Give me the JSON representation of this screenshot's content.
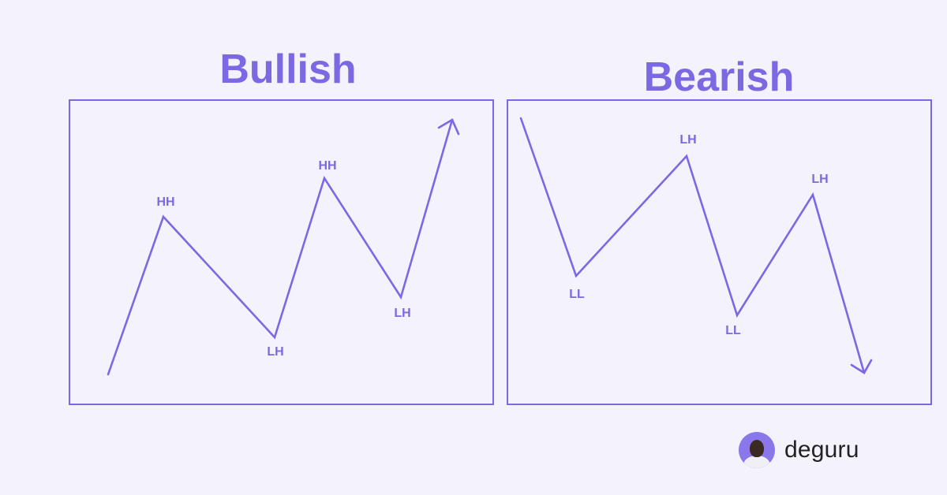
{
  "titles": {
    "bullish": "Bullish",
    "bearish": "Bearish"
  },
  "bullish": {
    "labels": [
      "HH",
      "LH",
      "HH",
      "LH"
    ]
  },
  "bearish": {
    "labels": [
      "LL",
      "LH",
      "LL",
      "LH"
    ]
  },
  "brand": {
    "name": "deguru",
    "icon": "person-avatar-icon"
  },
  "colors": {
    "accent": "#7b69e3",
    "background": "#f4f2fc",
    "brand_text": "#222222"
  }
}
